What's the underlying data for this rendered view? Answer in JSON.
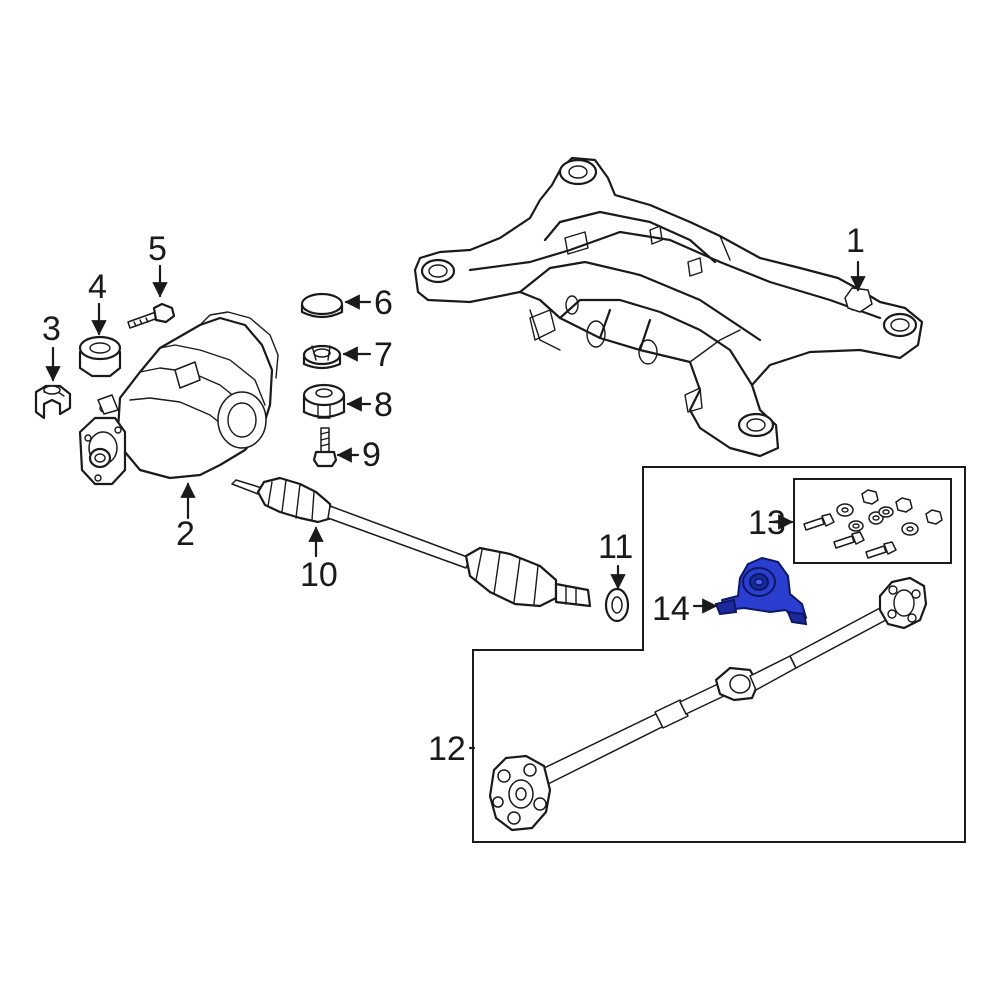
{
  "colors": {
    "line": "#1a1a1a",
    "background": "#ffffff",
    "highlight": "#2a3fd0",
    "highlight_dark": "#1a2a9a"
  },
  "callouts": {
    "c1": "1",
    "c2": "2",
    "c3": "3",
    "c4": "4",
    "c5": "5",
    "c6": "6",
    "c7": "7",
    "c8": "8",
    "c9": "9",
    "c10": "10",
    "c11": "11",
    "c12": "12",
    "c13": "13",
    "c14": "14"
  },
  "highlighted_part": "14"
}
